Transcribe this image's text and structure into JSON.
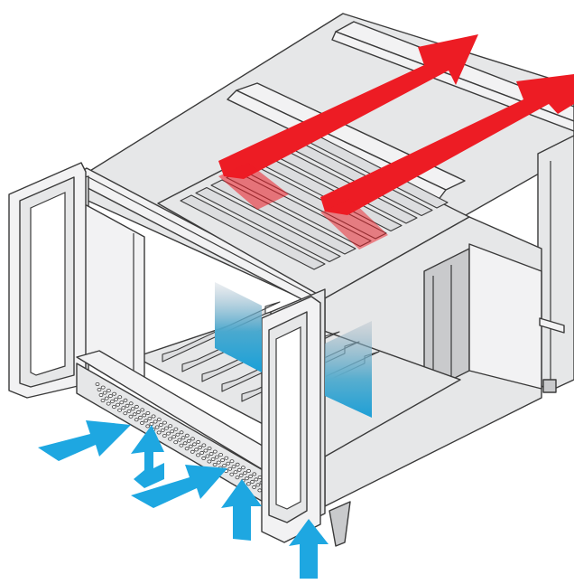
{
  "colors": {
    "exhaust_arrow": "#ed1c24",
    "intake_arrow": "#1ea7e1",
    "chassis_fill": "#e6e7e8",
    "chassis_stroke": "#3a3a3a",
    "airflow_gradient_top": "#9fb0bf",
    "airflow_gradient_bottom": "#1aa0d8"
  },
  "airflow": {
    "exhaust_count": 2,
    "intake_count": 5,
    "exhaust_direction": "up-right",
    "intake_direction": "up-right"
  },
  "chassis": {
    "card_slots_upper": 9,
    "card_slots_lower": 6,
    "front_vent_rows": 4
  }
}
